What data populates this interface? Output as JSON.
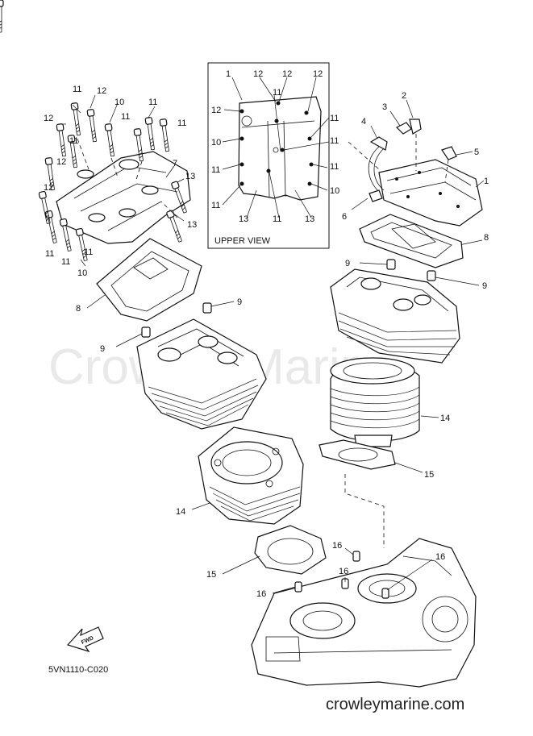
{
  "watermark": "Crowley Marine",
  "upper_view": {
    "title": "UPPER VIEW",
    "callouts": [
      "1",
      "12",
      "12",
      "12",
      "12",
      "11",
      "10",
      "11",
      "11",
      "11",
      "11",
      "10",
      "11",
      "13",
      "11",
      "13"
    ]
  },
  "callouts": {
    "left_bolts": [
      "11",
      "12",
      "12",
      "10",
      "11",
      "11",
      "11",
      "11",
      "12",
      "7",
      "13",
      "12",
      "13",
      "11",
      "11",
      "11",
      "10"
    ],
    "right_cover": [
      "4",
      "3",
      "2",
      "5",
      "1",
      "6",
      "8"
    ],
    "head_dowels": [
      "9",
      "9",
      "9",
      "9"
    ],
    "gaskets": [
      "8"
    ],
    "cylinders": [
      "14",
      "15",
      "14",
      "15"
    ],
    "crankcase": [
      "16",
      "16",
      "16",
      "16"
    ]
  },
  "fwd_label": "FWD",
  "diagram_code": "5VN1110-C020",
  "site": "crowleymarine.com"
}
